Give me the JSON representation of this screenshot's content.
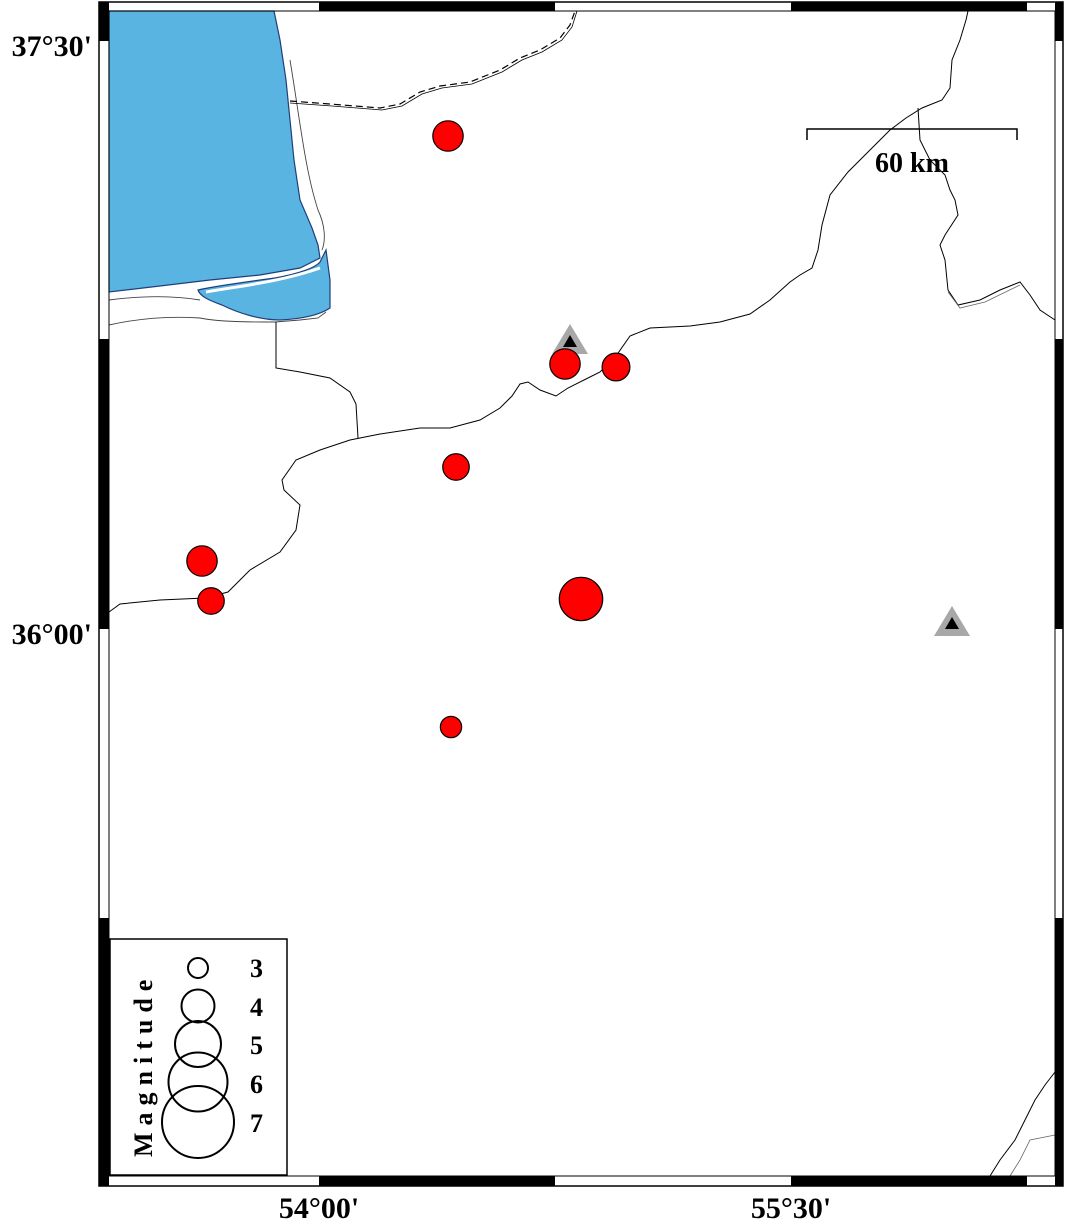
{
  "map": {
    "lon_labels": [
      "54°00'",
      "55°30'"
    ],
    "lat_labels": [
      "37°30'",
      "36°00'"
    ],
    "colors": {
      "water": "#5ab4e2",
      "event": "#ff0000",
      "station_outer": "#a8a8a8",
      "station_inner": "#000000",
      "frame": "#000000"
    },
    "scale_bar": {
      "label": "60 km"
    },
    "events": [
      {
        "id": "e1",
        "magnitude": 3.8
      },
      {
        "id": "e2",
        "magnitude": 3.8
      },
      {
        "id": "e3",
        "magnitude": 3.6
      },
      {
        "id": "e4",
        "magnitude": 3.5
      },
      {
        "id": "e5",
        "magnitude": 3.8
      },
      {
        "id": "e6",
        "magnitude": 3.5
      },
      {
        "id": "e7",
        "magnitude": 4.8
      },
      {
        "id": "e8",
        "magnitude": 3.1
      }
    ],
    "stations": [
      {
        "id": "s1",
        "symbol": "triangle"
      },
      {
        "id": "s2",
        "symbol": "triangle"
      }
    ],
    "legend": {
      "title": "Magnitude",
      "items": [
        {
          "label": "3",
          "magnitude": 3
        },
        {
          "label": "4",
          "magnitude": 4
        },
        {
          "label": "5",
          "magnitude": 5
        },
        {
          "label": "6",
          "magnitude": 6
        },
        {
          "label": "7",
          "magnitude": 7
        }
      ]
    }
  }
}
